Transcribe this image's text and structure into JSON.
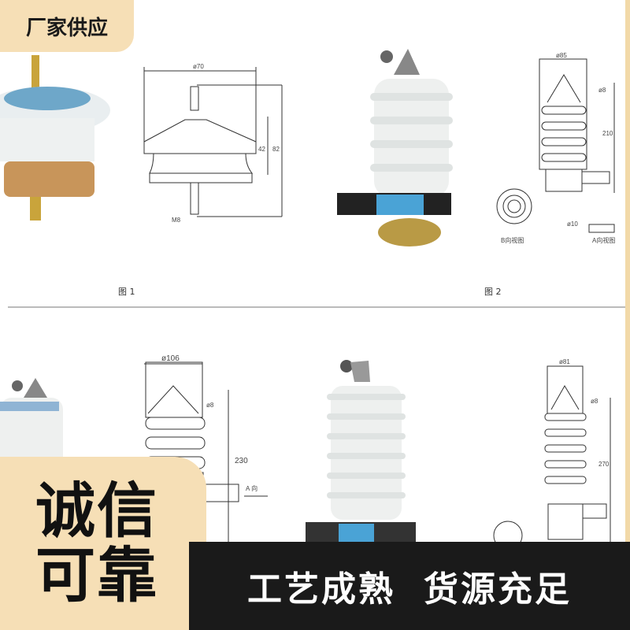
{
  "badge": {
    "label": "厂家供应"
  },
  "figures": {
    "fig1": "图 1",
    "fig2": "图 2",
    "d_phi70": "ø70",
    "d_42": "42",
    "d_82": "82",
    "d_m8": "M8",
    "d_phi85": "ø85",
    "d_210": "210",
    "d_phi8_a": "ø8",
    "d_phi10": "ø10",
    "b_view": "B向视图",
    "a_view": "A向视图",
    "d_phi106": "ø106",
    "d_phi8_b": "ø8",
    "d_230": "230",
    "a_dir": "A 向",
    "d_phi81": "ø81",
    "d_phi8_c": "ø8",
    "d_270": "270"
  },
  "bottom_left": {
    "line1": "诚信",
    "line2": "可靠"
  },
  "bottom_bar": {
    "left": "工艺成熟",
    "right": "货源充足"
  },
  "colors": {
    "accent": "#f6dfb6",
    "dark": "#1a1a1a"
  }
}
